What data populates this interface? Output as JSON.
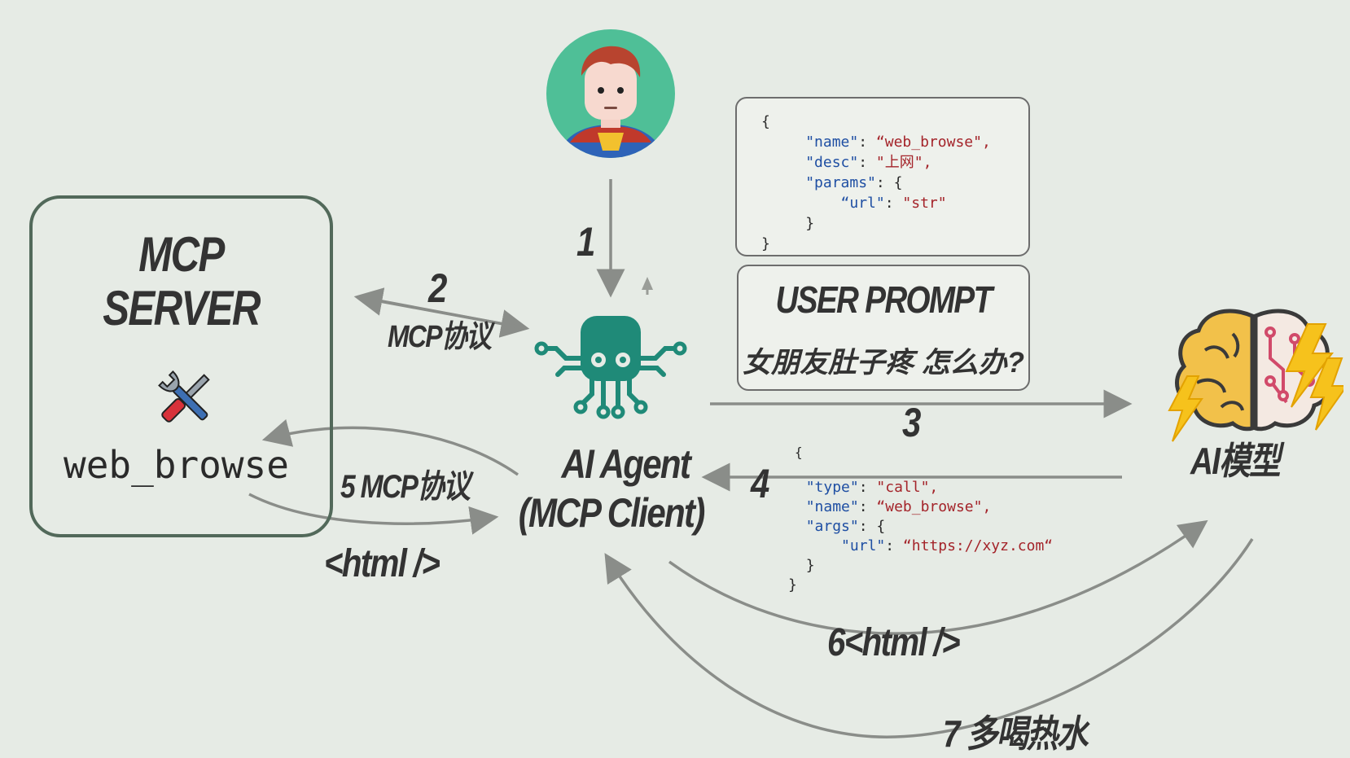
{
  "server": {
    "title_line1": "MCP",
    "title_line2": "SERVER",
    "tool_name": "web_browse"
  },
  "tool_schema": {
    "l1": "{",
    "name_key": "\"name\"",
    "name_val": "“web_browse\",",
    "desc_key": "\"desc\"",
    "desc_val": "\"上网\",",
    "params_key": "\"params\"",
    "url_key": "“url\"",
    "url_val": "\"str\"",
    "close_inner": "}",
    "close_outer": "}"
  },
  "user_prompt": {
    "title": "USER PROMPT",
    "text": "女朋友肚子疼 怎么办?"
  },
  "agent": {
    "line1": "AI Agent",
    "line2": "(MCP Client)"
  },
  "model": {
    "label": "AI模型"
  },
  "call_json": {
    "open": "{",
    "type_key": "\"type\"",
    "type_val": "\"call\",",
    "name_key": "\"name\"",
    "name_val": "“web_browse\",",
    "args_key": "\"args\"",
    "url_key": "\"url\"",
    "url_val": "“https://xyz.com“",
    "close_inner": "}",
    "close_outer": "}"
  },
  "steps": {
    "s1": "1",
    "s2": "2",
    "s2_label": "MCP协议",
    "s3": "3",
    "s4": "4",
    "s5": "5 MCP协议",
    "s5_result": "<html />",
    "s6": "6<html />",
    "s7": "7 多喝热水"
  },
  "colors": {
    "background": "#e6ebe5",
    "border": "#52695a",
    "agent_teal": "#1f8a78",
    "arrow": "#8a8d89",
    "key_blue": "#1f4fa3",
    "string_red": "#a4242a"
  },
  "icons": {
    "user": "user-avatar-icon",
    "tools": "wrench-screwdriver-icon",
    "agent": "octopus-agent-icon",
    "model": "brain-lightning-icon"
  }
}
